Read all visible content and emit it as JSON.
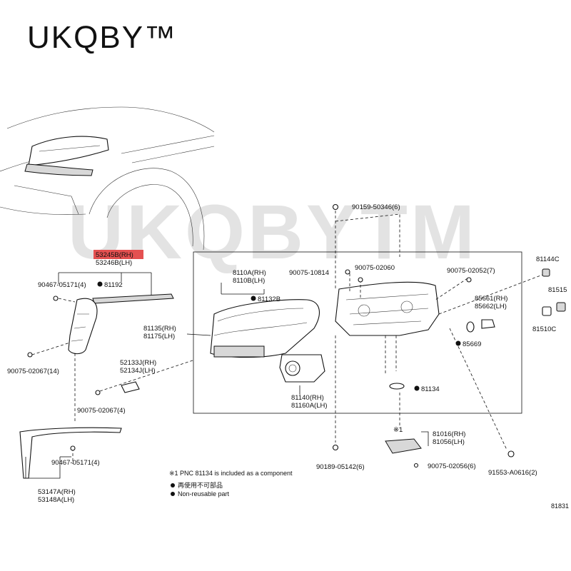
{
  "brand": "UKQBY™",
  "watermark": "UKQBYTM",
  "labels": {
    "p53245b": "53245B(RH)",
    "p53246b": "53246B(LH)",
    "p90467a": "90467-05171(4)",
    "p81192": "81192",
    "p90075_02067_14": "90075-02067(14)",
    "p81110a": "8110A(RH)",
    "p81110b": "8110B(LH)",
    "p81132b": "81132B",
    "p81135": "81135(RH)",
    "p81175": "81175(LH)",
    "p52133j": "52133J(RH)",
    "p52134j": "52134J(LH)",
    "p90075_02067_4": "90075-02067(4)",
    "p90467b": "90467-05171(4)",
    "p53147a": "53147A(RH)",
    "p53148a": "53148A(LH)",
    "p90159": "90159-50346(6)",
    "p90075_10814": "90075-10814",
    "p90075_02060": "90075-02060",
    "p90075_02052": "90075-02052(7)",
    "p81144c": "81144C",
    "p81515": "81515",
    "p85661": "85661(RH)",
    "p85662": "85662(LH)",
    "p81510c": "81510C",
    "p85669": "85669",
    "p81134": "81134",
    "p81140": "81140(RH)",
    "p81160a": "81160A(LH)",
    "p81016": "81016(RH)",
    "p81056": "81056(LH)",
    "p90189": "90189-05142(6)",
    "p90075_02056": "90075-02056(6)",
    "p91553": "91553-A0616(2)",
    "mark_star1": "※1"
  },
  "notes": {
    "n1": "※1 PNC 81134 is included as a component",
    "n2": "再使用不可部品",
    "n3": "Non-reusable part"
  },
  "footer_code": "81831"
}
